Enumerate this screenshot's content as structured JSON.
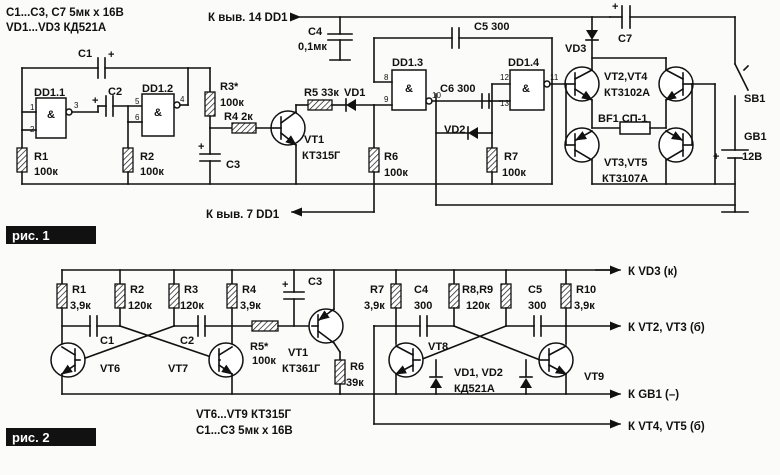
{
  "notes": {
    "caps1": "C1...C3, C7  5мк х 16В",
    "diodes1": "VD1...VD3  КД521А",
    "pin14": "К выв. 14 DD1",
    "pin7": "К выв. 7 DD1",
    "trans2": "VT6...VT9  КТ315Г",
    "caps2": "C1...C3  5мк х 16В"
  },
  "figures": {
    "fig1": "рис. 1",
    "fig2": "рис. 2"
  },
  "fig1": {
    "c4": "C4",
    "c4v": "0,1мк",
    "c5": "C5 300",
    "c6": "C6 300",
    "c7": "C7",
    "c1": "C1",
    "c2": "C2",
    "c3": "C3",
    "dd11": "DD1.1",
    "dd12": "DD1.2",
    "dd13": "DD1.3",
    "dd14": "DD1.4",
    "amp": "&",
    "r1": "R1",
    "r1v": "100к",
    "r2": "R2",
    "r2v": "100к",
    "r3": "R3*",
    "r3v": "100к",
    "r4": "R4 2к",
    "r5": "R5 33к",
    "r6": "R6",
    "r6v": "100к",
    "r7": "R7",
    "r7v": "100к",
    "vd1": "VD1",
    "vd2": "VD2",
    "vd3": "VD3",
    "vt1": "VT1",
    "vt1t": "КТ315Г",
    "vt24": "VT2,VT4",
    "vt24t": "КТ3102А",
    "vt35": "VT3,VT5",
    "vt35t": "КТ3107А",
    "bf1": "BF1 СП-1",
    "sb1": "SB1",
    "gb1": "GB1",
    "gb1v": "12В",
    "pins": [
      "1",
      "2",
      "3",
      "4",
      "5",
      "6",
      "8",
      "9",
      "10",
      "12",
      "13",
      "11"
    ]
  },
  "fig2": {
    "r1": "R1",
    "r1v": "3,9к",
    "r2": "R2",
    "r2v": "120к",
    "r3": "R3",
    "r3v": "120к",
    "r4": "R4",
    "r4v": "3,9к",
    "r5": "R5*",
    "r5v": "100к",
    "r6": "R6",
    "r6v": "39к",
    "r7": "R7",
    "r7v": "3,9к",
    "r89": "R8,R9",
    "r89v": "120к",
    "r10": "R10",
    "r10v": "3,9к",
    "c1": "C1",
    "c2": "C2",
    "c3": "C3",
    "c4": "C4",
    "c4v": "300",
    "c5": "C5",
    "c5v": "300",
    "vt1": "VT1",
    "vt1t": "КТ361Г",
    "vt6": "VT6",
    "vt7": "VT7",
    "vt8": "VT8",
    "vt9": "VT9",
    "vd": "VD1, VD2",
    "vdt": "КД521А",
    "out1": "К VD3 (к)",
    "out2": "К VT2, VT3 (б)",
    "out3": "К GB1 (–)",
    "out4": "К VT4, VT5 (б)"
  }
}
